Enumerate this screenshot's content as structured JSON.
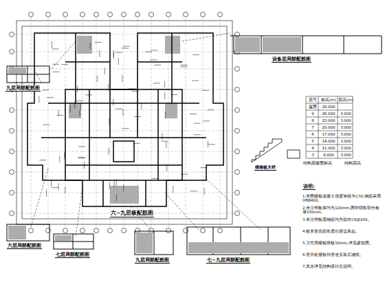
{
  "diagram": {
    "labels": [
      "九层局部配筋图",
      "设备层局部配筋图",
      "六~九层板配筋图",
      "六层局部配筋图",
      "七层局部配筋图",
      "九层局部配筋图",
      "七~九层局部配筋图",
      "楼梯板大样",
      "层号",
      "标高(m)",
      "层高(m)",
      "屋面",
      "29.000",
      "",
      "9",
      "26.000",
      "3.000",
      "8",
      "23.000",
      "3.000",
      "7",
      "20.000",
      "3.000",
      "6",
      "17.000",
      "3.000",
      "5",
      "14.000",
      "3.000",
      "4",
      "11.000",
      "3.000",
      "3",
      "8.000",
      "3.000",
      "结构层楼面标高",
      "结构层高",
      "说明:",
      "1.本图楼板混凝土强度等级为C30,钢筋采用HRB400。",
      "2.未注明板厚均为120mm,图中阴影部分板厚150mm。",
      "3.未注明板底钢筋均为双向C8@200。",
      "4.板支座负筋长度自梁边算起。",
      "5.卫生间楼板降板50mm,详见建筑图。",
      "6.管井处楼板待管道安装后浇筑。",
      "7.其余详见结构设计总说明。"
    ]
  }
}
